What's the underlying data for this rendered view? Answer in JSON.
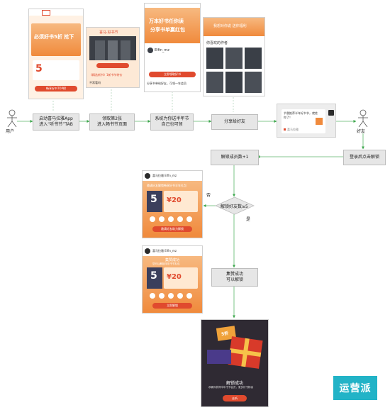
{
  "actors": {
    "user": "用户",
    "friend": "好友"
  },
  "steps": {
    "s1": [
      "启动喜马拉雅App",
      "进入“听书节”TAB"
    ],
    "s2": [
      "领取第2张",
      "进入畅书节页面"
    ],
    "s3": [
      "系统为你送半年节",
      "自己也可领"
    ],
    "s4": "分享给好友",
    "s5": "登录后点击解锁",
    "s6": "解锁成员数+1",
    "s7": "解锁好友数≥5",
    "s8": [
      "集赞成功",
      "可以解锁"
    ]
  },
  "branch": {
    "no": "否",
    "yes": "是"
  },
  "screens": {
    "a": {
      "banner": "必须好书5折 抢下",
      "badge": "5",
      "btn": "畅享好书TOP榜"
    },
    "b": {
      "header": "喜马·好书节",
      "link": "《精选新书》1新书节特价",
      "footer": "不常看吗"
    },
    "c": {
      "title1": "万本好书任你读",
      "title2": "分享书单赢红包",
      "user": "Elfin_mz",
      "btn": "立即领取好书",
      "bottom": "分享书单给好友，可领一年会员"
    },
    "d": {
      "header": "我想对你说 送你福利",
      "section": "你喜欢的作者"
    },
    "share": {
      "text1": "节我推荐半年好书节，就差",
      "text2": "你了！",
      "brand": "喜马拉雅"
    },
    "e": {
      "user": "喜马拉雅 Elfin_mz",
      "title": "邀请好友解锁畅享好书半年礼包",
      "big": "5",
      "price": "¥20",
      "btn": "邀请好友助力解锁"
    },
    "f": {
      "user": "喜马拉雅 Elfin_mz",
      "title": "集赞成功",
      "sub": "您可以解锁半年书节礼包",
      "big": "5",
      "price": "¥20",
      "btn": "立即解锁"
    },
    "g": {
      "pct": "5折",
      "title": "解锁成功",
      "sub": "恭喜你获得半年书节会员，更多好书畅读",
      "btn": "去听"
    }
  },
  "logo": "运营派",
  "colors": {
    "orange": "#f08a3c",
    "red": "#e04a2e",
    "green": "#3aa64a"
  }
}
